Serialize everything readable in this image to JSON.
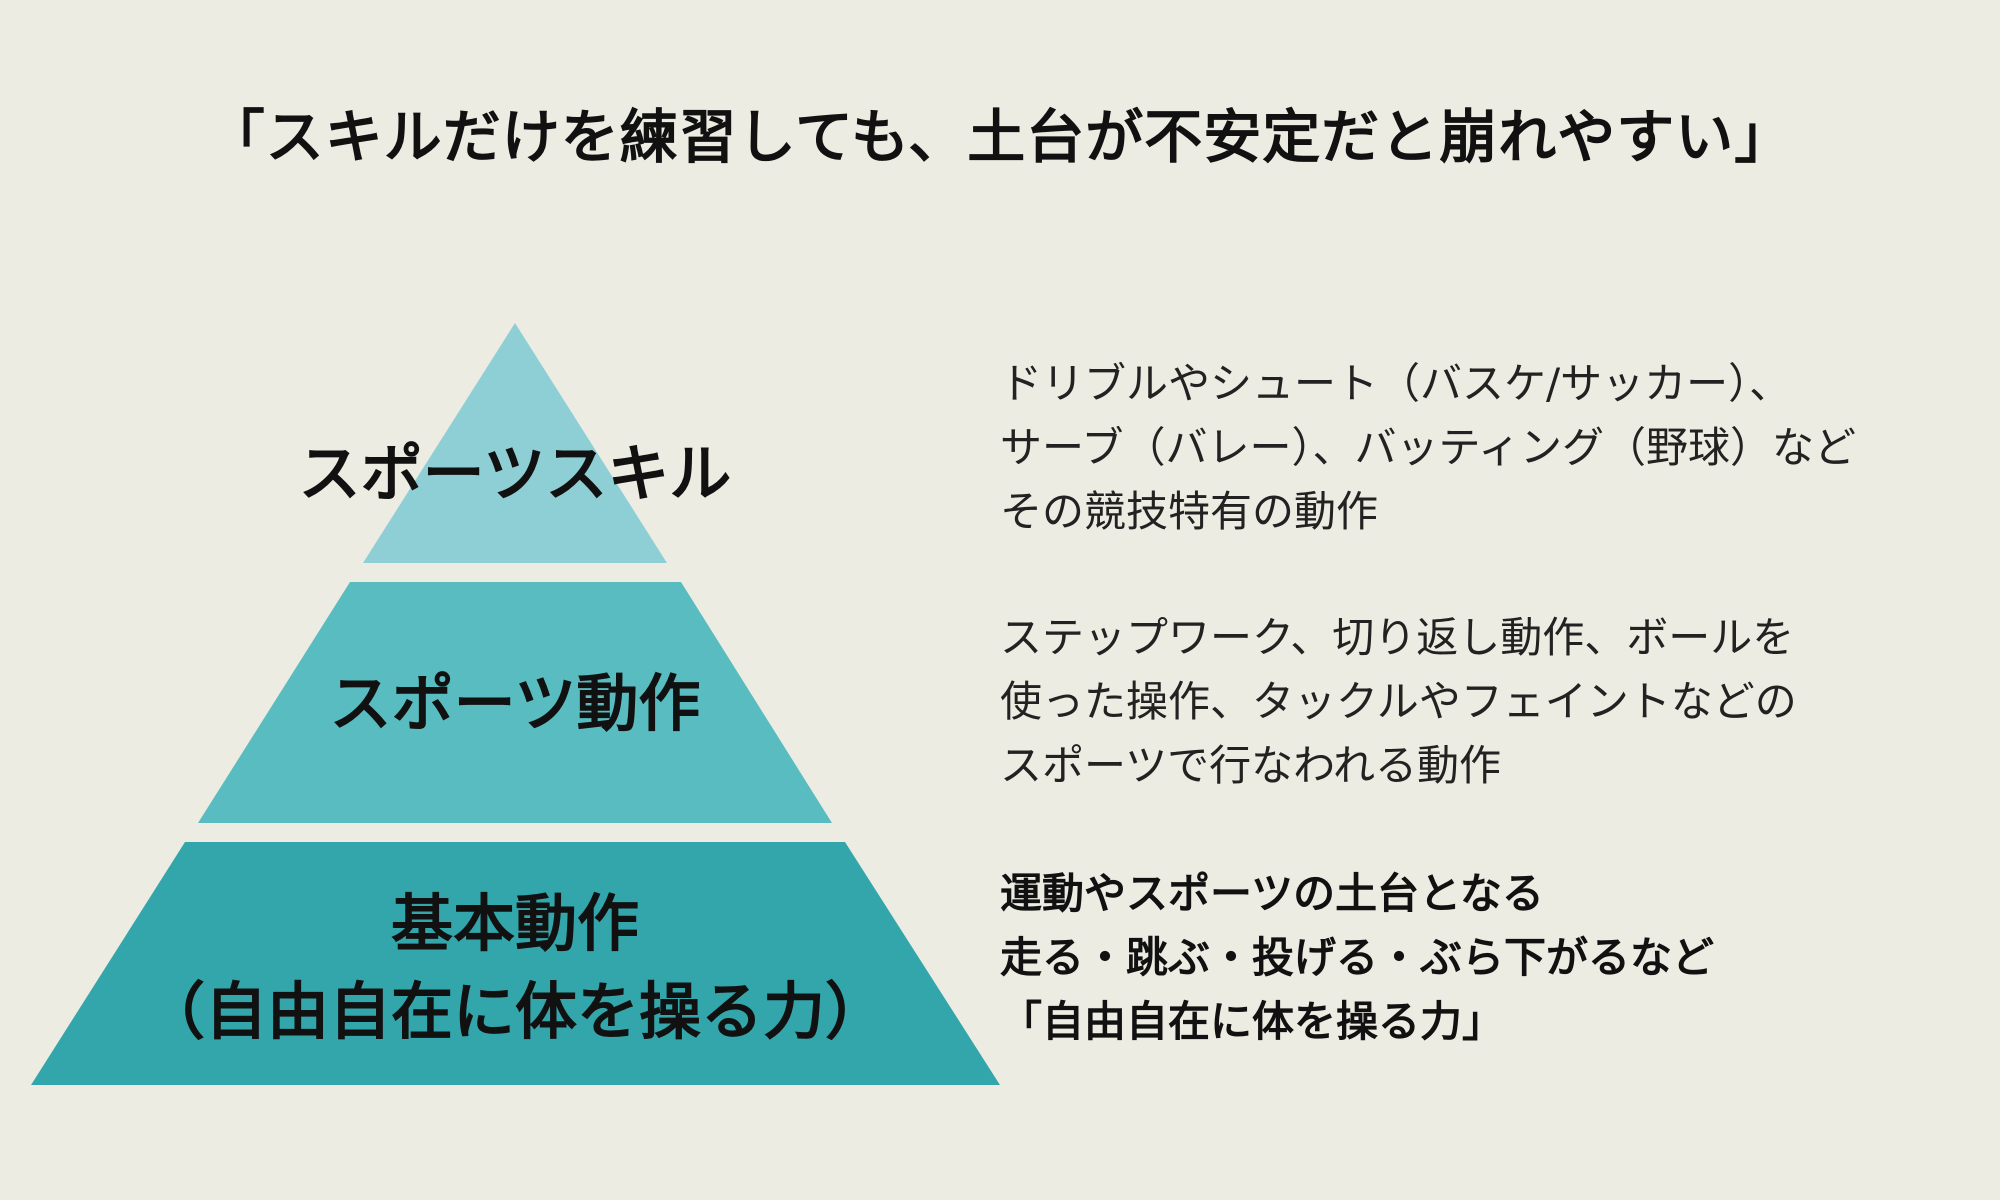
{
  "title": "「スキルだけを練習しても、土台が不安定だと崩れやすい」",
  "colors": {
    "background": "#edece2",
    "tier_top": "#8ecfd6",
    "tier_middle": "#58bcc0",
    "tier_bottom": "#33a6ac"
  },
  "tiers": [
    {
      "label_lines": [
        "スポーツスキル"
      ],
      "description_lines": [
        "ドリブルやシュート（バスケ/サッカー）、",
        "サーブ（バレー）、バッティング（野球）など",
        "その競技特有の動作"
      ],
      "description_bold": false
    },
    {
      "label_lines": [
        "スポーツ動作"
      ],
      "description_lines": [
        "ステップワーク、切り返し動作、ボールを",
        "使った操作、タックルやフェイントなどの",
        "スポーツで行なわれる動作"
      ],
      "description_bold": false
    },
    {
      "label_lines": [
        "基本動作",
        "（自由自在に体を操る力）"
      ],
      "description_lines": [
        "運動やスポーツの土台となる",
        "走る・跳ぶ・投げる・ぶら下がるなど",
        "「自由自在に体を操る力」"
      ],
      "description_bold": true
    }
  ]
}
